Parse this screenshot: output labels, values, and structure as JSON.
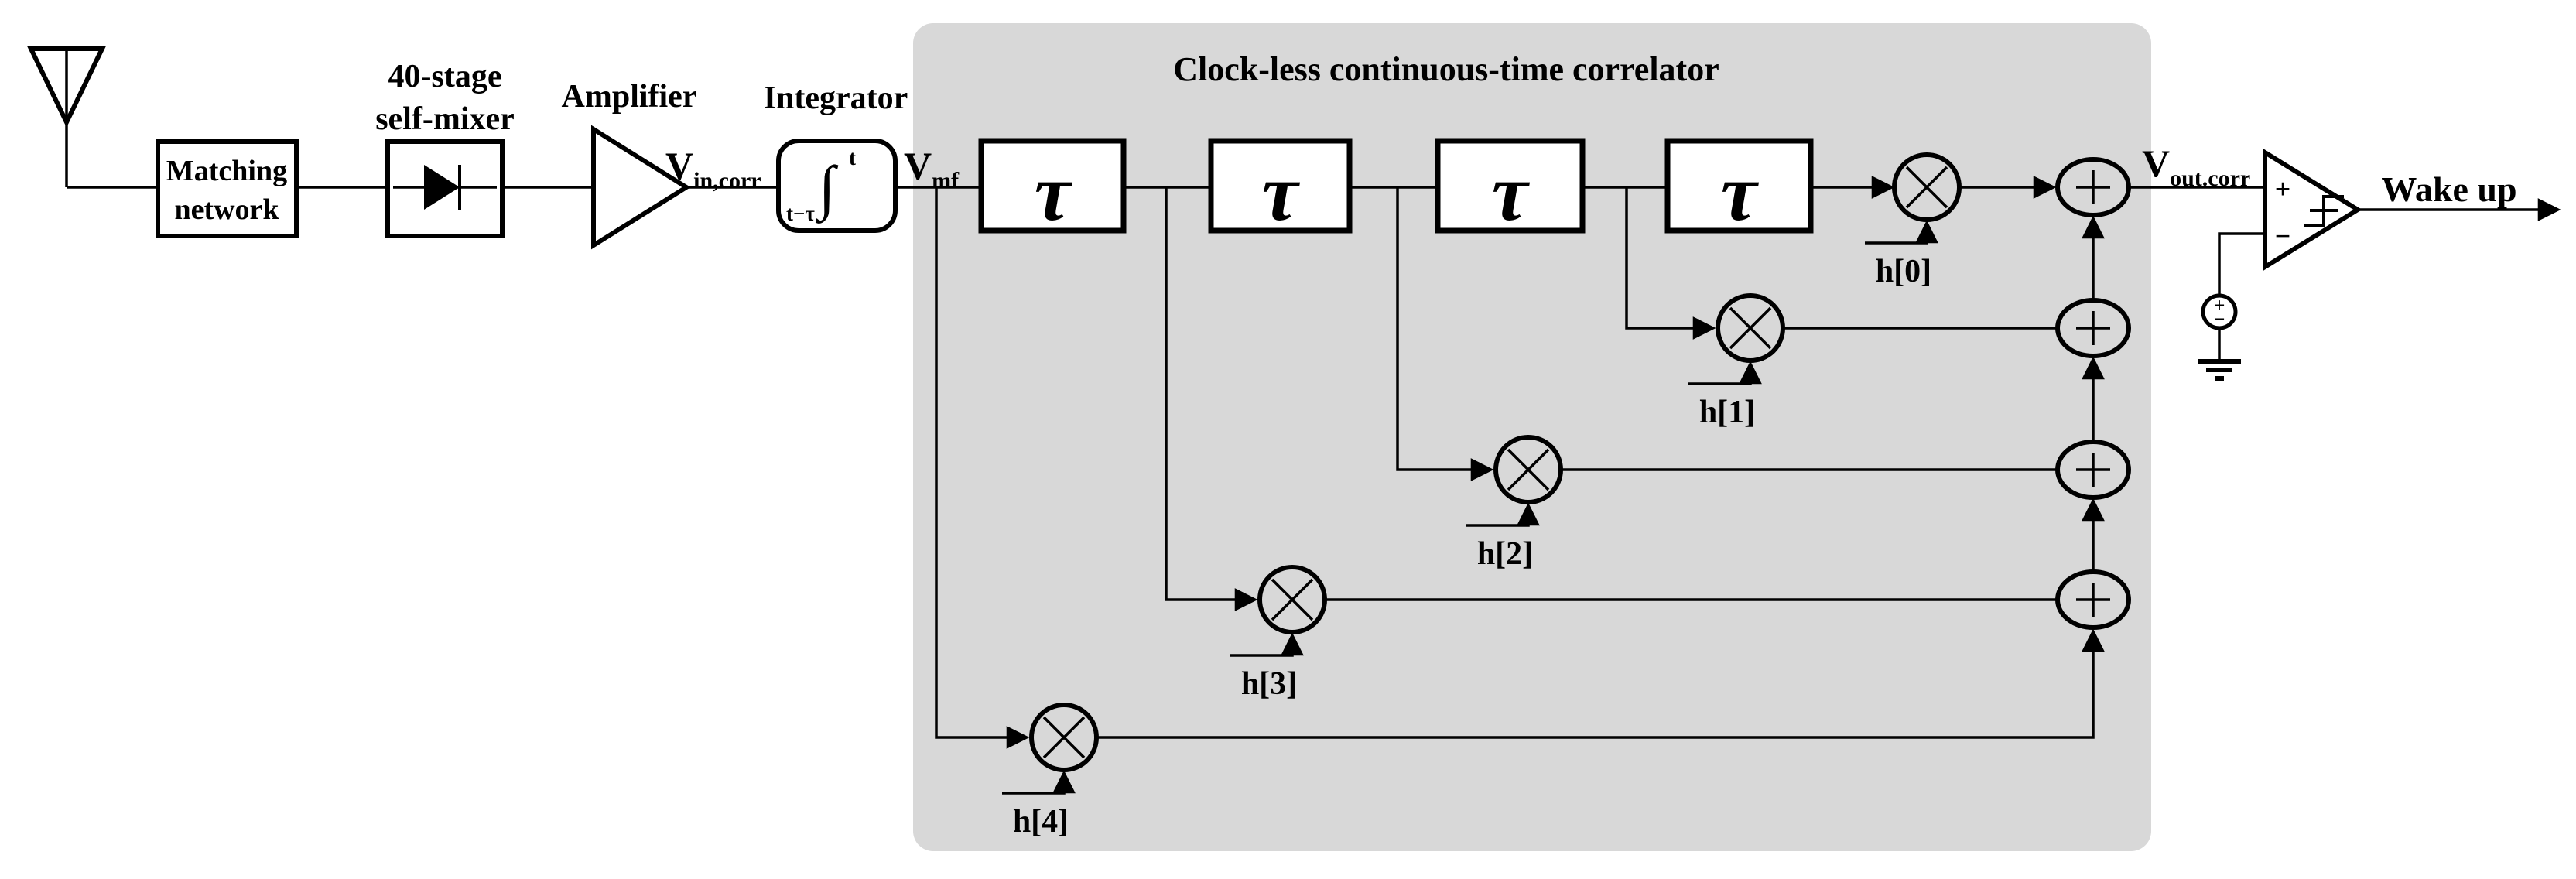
{
  "diagram": {
    "correlator_title": "Clock-less continuous-time correlator",
    "blocks": {
      "matching_line1": "Matching",
      "matching_line2": "network",
      "mixer_label_line1": "40-stage",
      "mixer_label_line2": "self-mixer",
      "amplifier_label": "Amplifier",
      "integrator_label": "Integrator",
      "integral_sign": "∫",
      "integral_upper": "t",
      "integral_lower": "t−τ",
      "tau": "τ"
    },
    "signals": {
      "vin_main": "V",
      "vin_sub": "in,corr",
      "vmf_main": "V",
      "vmf_sub": "mf",
      "vout_main": "V",
      "vout_sub": "out.corr",
      "wake_up": "Wake up"
    },
    "coefficients": {
      "h0": "h[0]",
      "h1": "h[1]",
      "h2": "h[2]",
      "h3": "h[3]",
      "h4": "h[4]"
    },
    "comparator": {
      "plus": "+",
      "minus": "−"
    },
    "voltage_source": {
      "plus": "+",
      "minus": "−"
    },
    "colors": {
      "correlator_fill": "#d8d8d8",
      "line": "#000000",
      "block_fill": "#ffffff",
      "background": "#ffffff"
    }
  }
}
